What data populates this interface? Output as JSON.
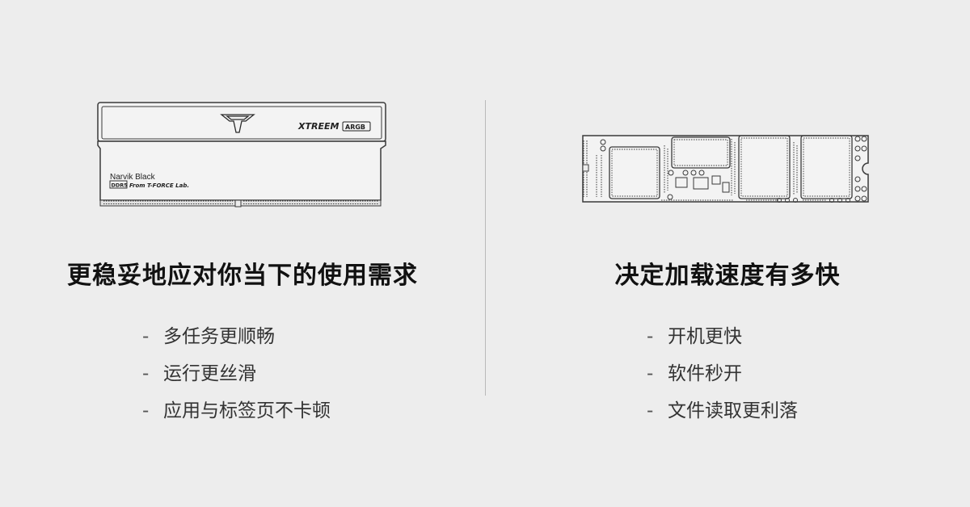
{
  "left": {
    "headline": "更稳妥地应对你当下的使用需求",
    "bullet_marker": "-",
    "bullets": [
      "多任务更顺畅",
      "运行更丝滑",
      "应用与标签页不卡顿"
    ],
    "ram": {
      "brand_logo": "t-force-logo-icon",
      "product": "XTREEM",
      "badge": "ARGB",
      "model": "Narvik Black",
      "ddr": "DDR5",
      "tagline": "From T-FORCE Lab."
    }
  },
  "right": {
    "headline": "决定加载速度有多快",
    "bullet_marker": "-",
    "bullets": [
      "开机更快",
      "软件秒开",
      "文件读取更利落"
    ]
  },
  "colors": {
    "background": "#ededed",
    "line": "#3a3a3a",
    "divider": "#b9b9b9"
  }
}
